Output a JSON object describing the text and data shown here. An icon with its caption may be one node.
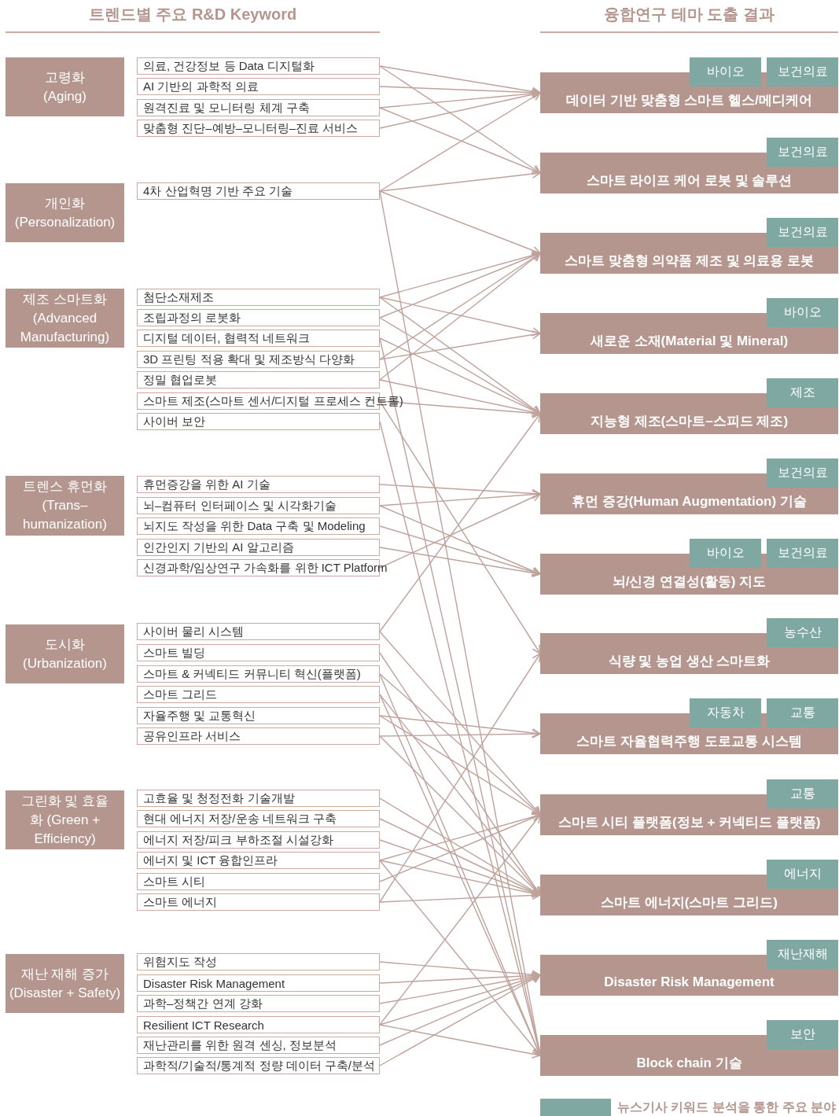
{
  "diagram": {
    "nodes": [
      {
        "text": [
          "고령화 (Aging)"
        ]
      },
      {
        "text": [
          "의료, 건강정보 등 Data 디지털화"
        ]
      },
      {
        "text": [
          "AI 기반의 과학적 의료"
        ]
      },
      {
        "text": [
          "원격진료 및 모니터링 체계 구축"
        ]
      },
      {
        "text": [
          "맞춤형 진단–예방–모니터링–진료 서비스"
        ]
      },
      {
        "text": [
          "개인화 (Personalization)"
        ]
      },
      {
        "text": [
          "4차 산업혁명 기반 주요 기술"
        ]
      },
      {
        "text": [
          "제조 스마트화 (Advanced Manufacturing)"
        ]
      },
      {
        "text": [
          "첨단소재제조"
        ]
      },
      {
        "text": [
          "조립과정의 로봇화"
        ]
      },
      {
        "text": [
          "디지털 데이터, 협력적 네트워크"
        ]
      },
      {
        "text": [
          "3D 프린팅 적용 확대 및 제조방식 다양화"
        ]
      },
      {
        "text": [
          "정밀 협업로봇"
        ]
      },
      {
        "text": [
          "스마트 제조(스마트 센서/디지털 프로세스 컨트롤)"
        ]
      },
      {
        "text": [
          "사이버 보안"
        ]
      },
      {
        "text": [
          "트렌스 휴먼화 (Trans– humanization)"
        ]
      },
      {
        "text": [
          "휴먼증강을 위한 AI 기술"
        ]
      },
      {
        "text": [
          "뇌–컴퓨터 인터페이스 및 시각화기술"
        ]
      },
      {
        "text": [
          "뇌지도 작성을 위한 Data 구축 및 Modeling"
        ]
      },
      {
        "text": [
          "인간인지 기반의 AI 알고리즘"
        ]
      },
      {
        "text": [
          "신경과학/임상연구 가속화를 위한 ICT Platform"
        ]
      },
      {
        "text": [
          "도시화 (Urbanization)"
        ]
      },
      {
        "text": [
          "사이버 물리 시스템"
        ]
      },
      {
        "text": [
          "스마트 빌딩"
        ]
      },
      {
        "text": [
          "스마트 & 커넥티드 커뮤니티 혁신(플랫폼)"
        ]
      },
      {
        "text": [
          "스마트 그리드"
        ]
      },
      {
        "text": [
          "자율주행 및 교통혁신"
        ]
      },
      {
        "text": [
          "공유인프라 서비스"
        ]
      },
      {
        "text": [
          "그린화 및 효율화 (Green + Efficiency)"
        ]
      },
      {
        "text": [
          "고효율 및 청정전화 기술개발"
        ]
      },
      {
        "text": [
          "현대 에너지 저장/운송 네트워크 구축"
        ]
      },
      {
        "text": [
          "에너지 저장/피크 부하조절 시설강화"
        ]
      },
      {
        "text": [
          "에너지 및 ICT 융합인프라"
        ]
      },
      {
        "text": [
          "스마트 시티"
        ]
      },
      {
        "text": [
          "스마트 에너지"
        ]
      },
      {
        "text": [
          "재난 재해 증가 (Disaster + Safety)"
        ]
      },
      {
        "text": [
          "위험지도 작성"
        ]
      },
      {
        "text": [
          "Disaster Risk Management"
        ]
      },
      {
        "text": [
          "과학–정책간 연계 강화"
        ]
      },
      {
        "text": [
          "Resilient ICT Research"
        ]
      },
      {
        "text": [
          "재난관리를 위한 원격 센싱, 정보분석"
        ]
      },
      {
        "text": [
          "과학적/기술적/통계적 정량 데이터 구축/분석"
        ]
      },
      {
        "text": [
          "바이오"
        ]
      },
      {
        "text": [
          "보건의료"
        ]
      },
      {
        "text": [
          "데이터 기반 맞춤형 스마트 헬스/메디케어"
        ]
      },
      {
        "text": [
          "보건의료"
        ]
      },
      {
        "text": [
          "스마트 라이프 케어 로봇 및 솔루션"
        ]
      },
      {
        "text": [
          "보건의료"
        ]
      },
      {
        "text": [
          "스마트 맞춤형 의약품 제조 및 의료용 로봇"
        ]
      },
      {
        "text": [
          "바이오"
        ]
      },
      {
        "text": [
          "새로운 소재(Material 및 Mineral)"
        ]
      },
      {
        "text": [
          "제조"
        ]
      },
      {
        "text": [
          "지능형 제조(스마트–스피드 제조)"
        ]
      },
      {
        "text": [
          "보건의료"
        ]
      },
      {
        "text": [
          "휴먼 증강(Human Augmentation) 기술"
        ]
      },
      {
        "text": [
          "바이오"
        ]
      },
      {
        "text": [
          "보건의료"
        ]
      },
      {
        "text": [
          "뇌/신경 연결성(활동) 지도"
        ]
      },
      {
        "text": [
          "농수산"
        ]
      },
      {
        "text": [
          "식량 및 농업 생산 스마트화"
        ]
      },
      {
        "text": [
          "자동차"
        ]
      },
      {
        "text": [
          "교통"
        ]
      },
      {
        "text": [
          "스마트 자율협력주행 도로교통 시스템"
        ]
      },
      {
        "text": [
          "교통"
        ]
      },
      {
        "text": [
          "스마트 시티 플랫폼(정보 + 커넥티드 플랫폼)"
        ]
      },
      {
        "text": [
          "에너지"
        ]
      },
      {
        "text": [
          "스마트 에너지(스마트 그리드)"
        ]
      },
      {
        "text": [
          "재난재해"
        ]
      },
      {
        "text": [
          "Disaster Risk Management"
        ]
      },
      {
        "text": [
          "보안"
        ]
      },
      {
        "text": [
          "Block chain 기술"
        ]
      }
    ],
    "edges": [
      {
        "from": 1,
        "to": 44,
        "arrow": "to"
      },
      {
        "from": 1,
        "to": 46,
        "arrow": "to"
      },
      {
        "from": 2,
        "to": 44,
        "arrow": "to"
      },
      {
        "from": 3,
        "to": 44,
        "arrow": "to"
      },
      {
        "from": 3,
        "to": 46,
        "arrow": "to"
      },
      {
        "from": 4,
        "to": 44,
        "arrow": "to"
      },
      {
        "from": 6,
        "to": 44,
        "arrow": "to"
      },
      {
        "from": 6,
        "to": 46,
        "arrow": "to"
      },
      {
        "from": 6,
        "to": 48,
        "arrow": "to"
      },
      {
        "from": 6,
        "to": 70,
        "arrow": "to"
      },
      {
        "from": 8,
        "to": 48,
        "arrow": "to"
      },
      {
        "from": 8,
        "to": 50,
        "arrow": "to"
      },
      {
        "from": 8,
        "to": 52,
        "arrow": "to"
      },
      {
        "from": 9,
        "to": 48,
        "arrow": "to"
      },
      {
        "from": 9,
        "to": 52,
        "arrow": "to"
      },
      {
        "from": 10,
        "to": 52,
        "arrow": "to"
      },
      {
        "from": 10,
        "to": 70,
        "arrow": "to"
      },
      {
        "from": 11,
        "to": 48,
        "arrow": "to"
      },
      {
        "from": 11,
        "to": 50,
        "arrow": "to"
      },
      {
        "from": 12,
        "to": 48,
        "arrow": "to"
      },
      {
        "from": 12,
        "to": 52,
        "arrow": "to"
      },
      {
        "from": 13,
        "to": 52,
        "arrow": "to"
      },
      {
        "from": 13,
        "to": 59,
        "arrow": "to"
      },
      {
        "from": 14,
        "to": 70,
        "arrow": "to"
      },
      {
        "from": 16,
        "to": 54,
        "arrow": "to"
      },
      {
        "from": 17,
        "to": 54,
        "arrow": "to"
      },
      {
        "from": 17,
        "to": 57,
        "arrow": "to"
      },
      {
        "from": 18,
        "to": 57,
        "arrow": "to"
      },
      {
        "from": 19,
        "to": 57,
        "arrow": "to"
      },
      {
        "from": 20,
        "to": 54,
        "arrow": "to"
      },
      {
        "from": 22,
        "to": 52,
        "arrow": "to"
      },
      {
        "from": 22,
        "to": 64,
        "arrow": "to"
      },
      {
        "from": 23,
        "to": 66,
        "arrow": "to"
      },
      {
        "from": 24,
        "to": 64,
        "arrow": "to"
      },
      {
        "from": 24,
        "to": 70,
        "arrow": "to"
      },
      {
        "from": 25,
        "to": 66,
        "arrow": "to"
      },
      {
        "from": 25,
        "to": 70,
        "arrow": "to"
      },
      {
        "from": 26,
        "to": 62,
        "arrow": "to"
      },
      {
        "from": 26,
        "to": 64,
        "arrow": "to"
      },
      {
        "from": 27,
        "to": 62,
        "arrow": "to"
      },
      {
        "from": 27,
        "to": 66,
        "arrow": "to"
      },
      {
        "from": 29,
        "to": 66,
        "arrow": "to"
      },
      {
        "from": 30,
        "to": 66,
        "arrow": "to"
      },
      {
        "from": 31,
        "to": 66,
        "arrow": "to"
      },
      {
        "from": 32,
        "to": 64,
        "arrow": "to"
      },
      {
        "from": 32,
        "to": 66,
        "arrow": "to"
      },
      {
        "from": 32,
        "to": 70,
        "arrow": "to"
      },
      {
        "from": 33,
        "to": 64,
        "arrow": "to"
      },
      {
        "from": 34,
        "to": 66,
        "arrow": "to"
      },
      {
        "from": 34,
        "to": 59,
        "arrow": "to"
      },
      {
        "from": 36,
        "to": 68,
        "arrow": "to"
      },
      {
        "from": 37,
        "to": 68,
        "arrow": "to"
      },
      {
        "from": 38,
        "to": 68,
        "arrow": "to"
      },
      {
        "from": 39,
        "to": 68,
        "arrow": "to"
      },
      {
        "from": 39,
        "to": 70,
        "arrow": "to"
      },
      {
        "from": 39,
        "to": 64,
        "arrow": "to"
      },
      {
        "from": 40,
        "to": 68,
        "arrow": "to"
      },
      {
        "from": 41,
        "to": 68,
        "arrow": "to"
      }
    ],
    "labels": [
      "트렌드별 주요 R&D Keyword",
      "융합연구 테마 도출 결과"
    ],
    "legend": [
      {
        "text": "뉴스기사 키워드 분석을 통한 주요 분야",
        "color": "#7fa8a3"
      }
    ]
  }
}
